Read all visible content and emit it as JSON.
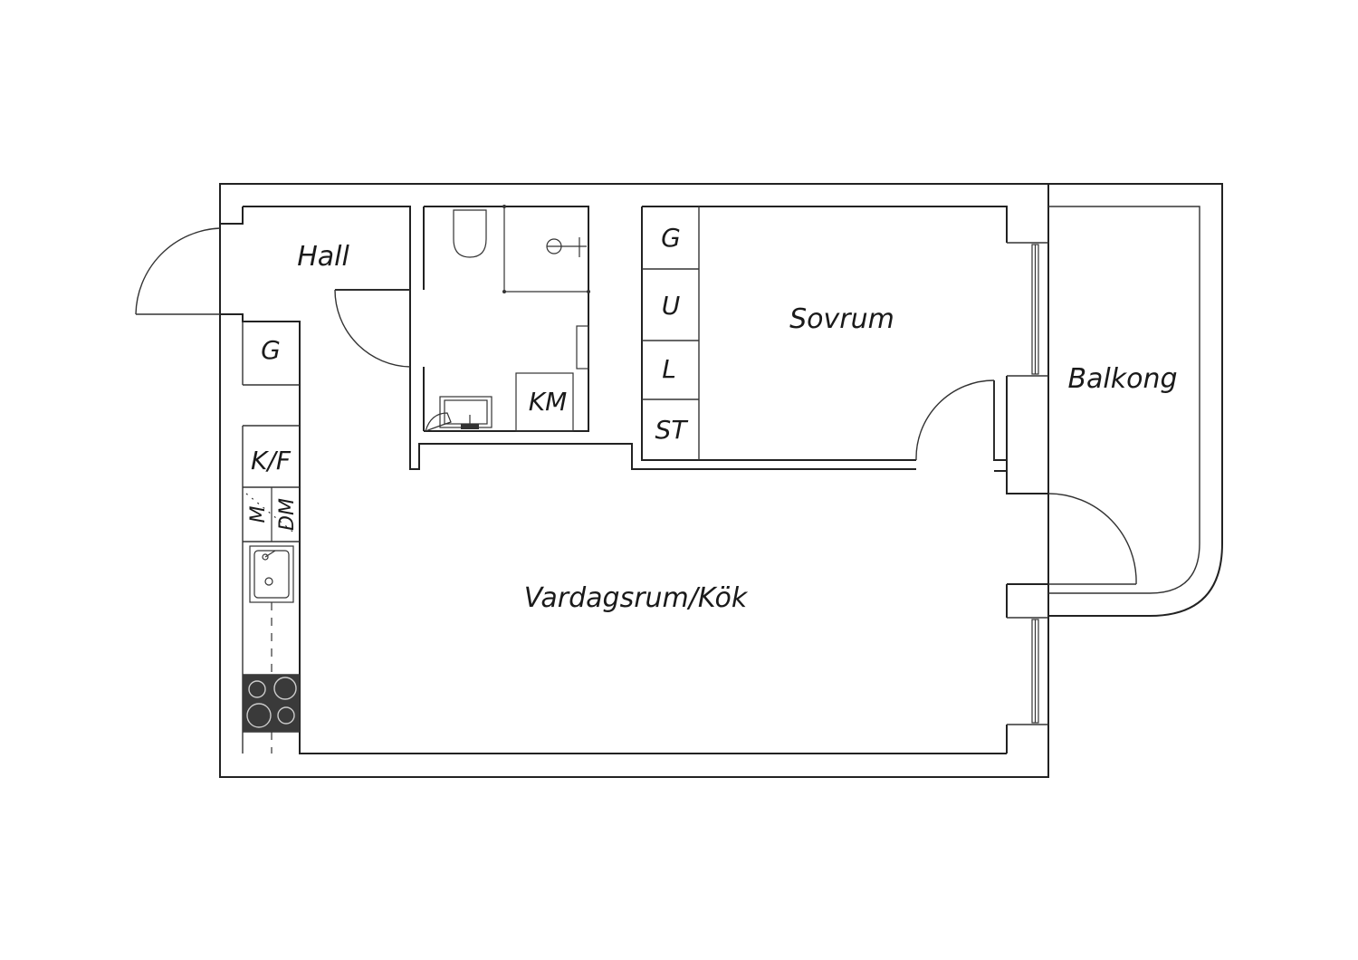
{
  "rooms": {
    "hall": "Hall",
    "sovrum": "Sovrum",
    "balkong": "Balkong",
    "vardagsrum": "Vardagsrum/Kök"
  },
  "storage": {
    "hall_g": "G",
    "bed_g": "G",
    "bed_u": "U",
    "bed_l": "L",
    "bed_st": "ST",
    "bath_km": "KM",
    "kitchen_kf": "K/F",
    "kitchen_m": "M",
    "kitchen_dm": "DM"
  },
  "colors": {
    "line": "#222222",
    "hob": "#3a3a3a"
  }
}
